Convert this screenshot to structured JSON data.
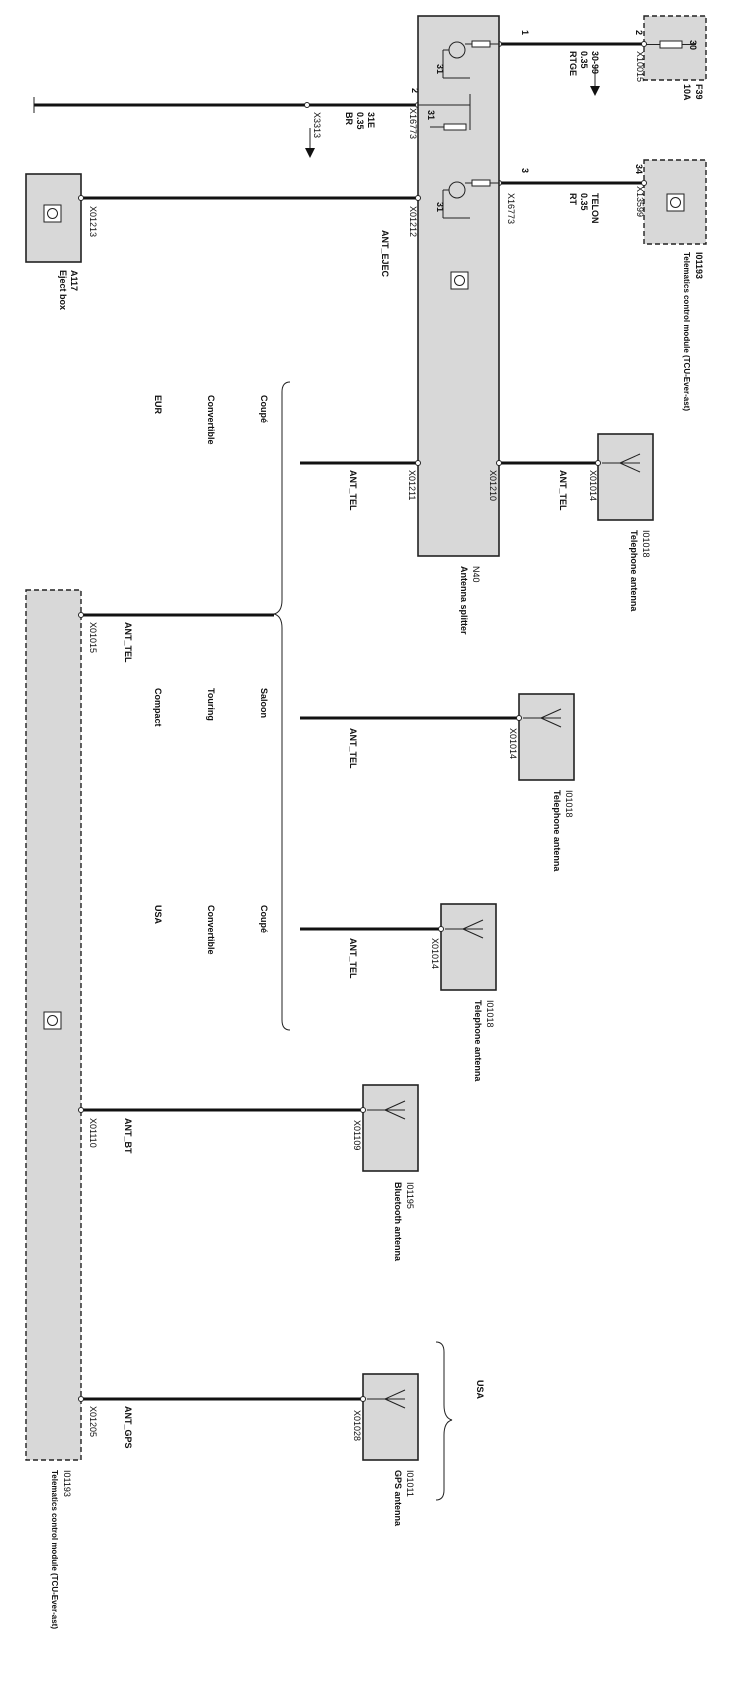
{
  "components": {
    "fuse": {
      "ref": "F39",
      "rating": "10A",
      "terminal": "30",
      "connector": "X10015",
      "pin": "2"
    },
    "tcu_top": {
      "ref": "I01193",
      "name": "Telematics control module (TCU-Ever-ast)",
      "connector": "X13599",
      "pin": "34"
    },
    "splitter": {
      "ref": "N40",
      "name": "Antenna splitter"
    },
    "eject_box": {
      "ref": "A117",
      "name": "Eject box",
      "connector": "X01213"
    },
    "tel_ant_1": {
      "ref": "I01018",
      "name": "Telephone antenna",
      "connector": "X01014"
    },
    "tel_ant_2": {
      "ref": "I01018",
      "name": "Telephone antenna",
      "connector": "X01014"
    },
    "tel_ant_3": {
      "ref": "I01018",
      "name": "Telephone antenna",
      "connector": "X01014"
    },
    "bt_ant": {
      "ref": "I01195",
      "name": "Bluetooth antenna",
      "connector": "X01109"
    },
    "gps_ant": {
      "ref": "I01011",
      "name": "GPS antenna",
      "connector": "X01028"
    },
    "tcu_bottom": {
      "ref": "I01193",
      "name": "Telematics control module (TCU-Ever-ast)"
    }
  },
  "wires": {
    "w1": {
      "pin": "1",
      "signal": "30-99",
      "size": "0.35",
      "color": "RTGE"
    },
    "w2": {
      "pin": "2",
      "signal": "31E",
      "size": "0.35",
      "color": "BR",
      "connector": "X16773",
      "ground_connector": "X3313"
    },
    "w3": {
      "pin": "3",
      "signal": "TELON",
      "size": "0.35",
      "color": "RT",
      "connector": "X16773"
    },
    "eject": {
      "signal": "ANT_EJEC",
      "connector": "X01212"
    },
    "splitter_out": {
      "signal": "ANT_TEL",
      "connector": "X01211"
    },
    "splitter_in": {
      "signal": "ANT_TEL",
      "connector": "X01210"
    },
    "tcu_tel": {
      "signal": "ANT_TEL",
      "connector": "X01015"
    },
    "tel2": {
      "signal": "ANT_TEL"
    },
    "tel3": {
      "signal": "ANT_TEL"
    },
    "bt": {
      "signal": "ANT_BT",
      "connector": "X01110"
    },
    "gps": {
      "signal": "ANT_GPS",
      "connector": "X01205"
    }
  },
  "transistor_pins": {
    "t1": "31",
    "t2": "31",
    "t3": "31"
  },
  "variants": {
    "group1": {
      "body1": "Coupé",
      "body2": "Convertible",
      "region": "EUR"
    },
    "group2": {
      "body1": "Saloon",
      "body2": "Touring",
      "body3": "Compact"
    },
    "group3": {
      "body1": "Coupé",
      "body2": "Convertible",
      "region": "USA"
    },
    "gps_region": "USA"
  }
}
